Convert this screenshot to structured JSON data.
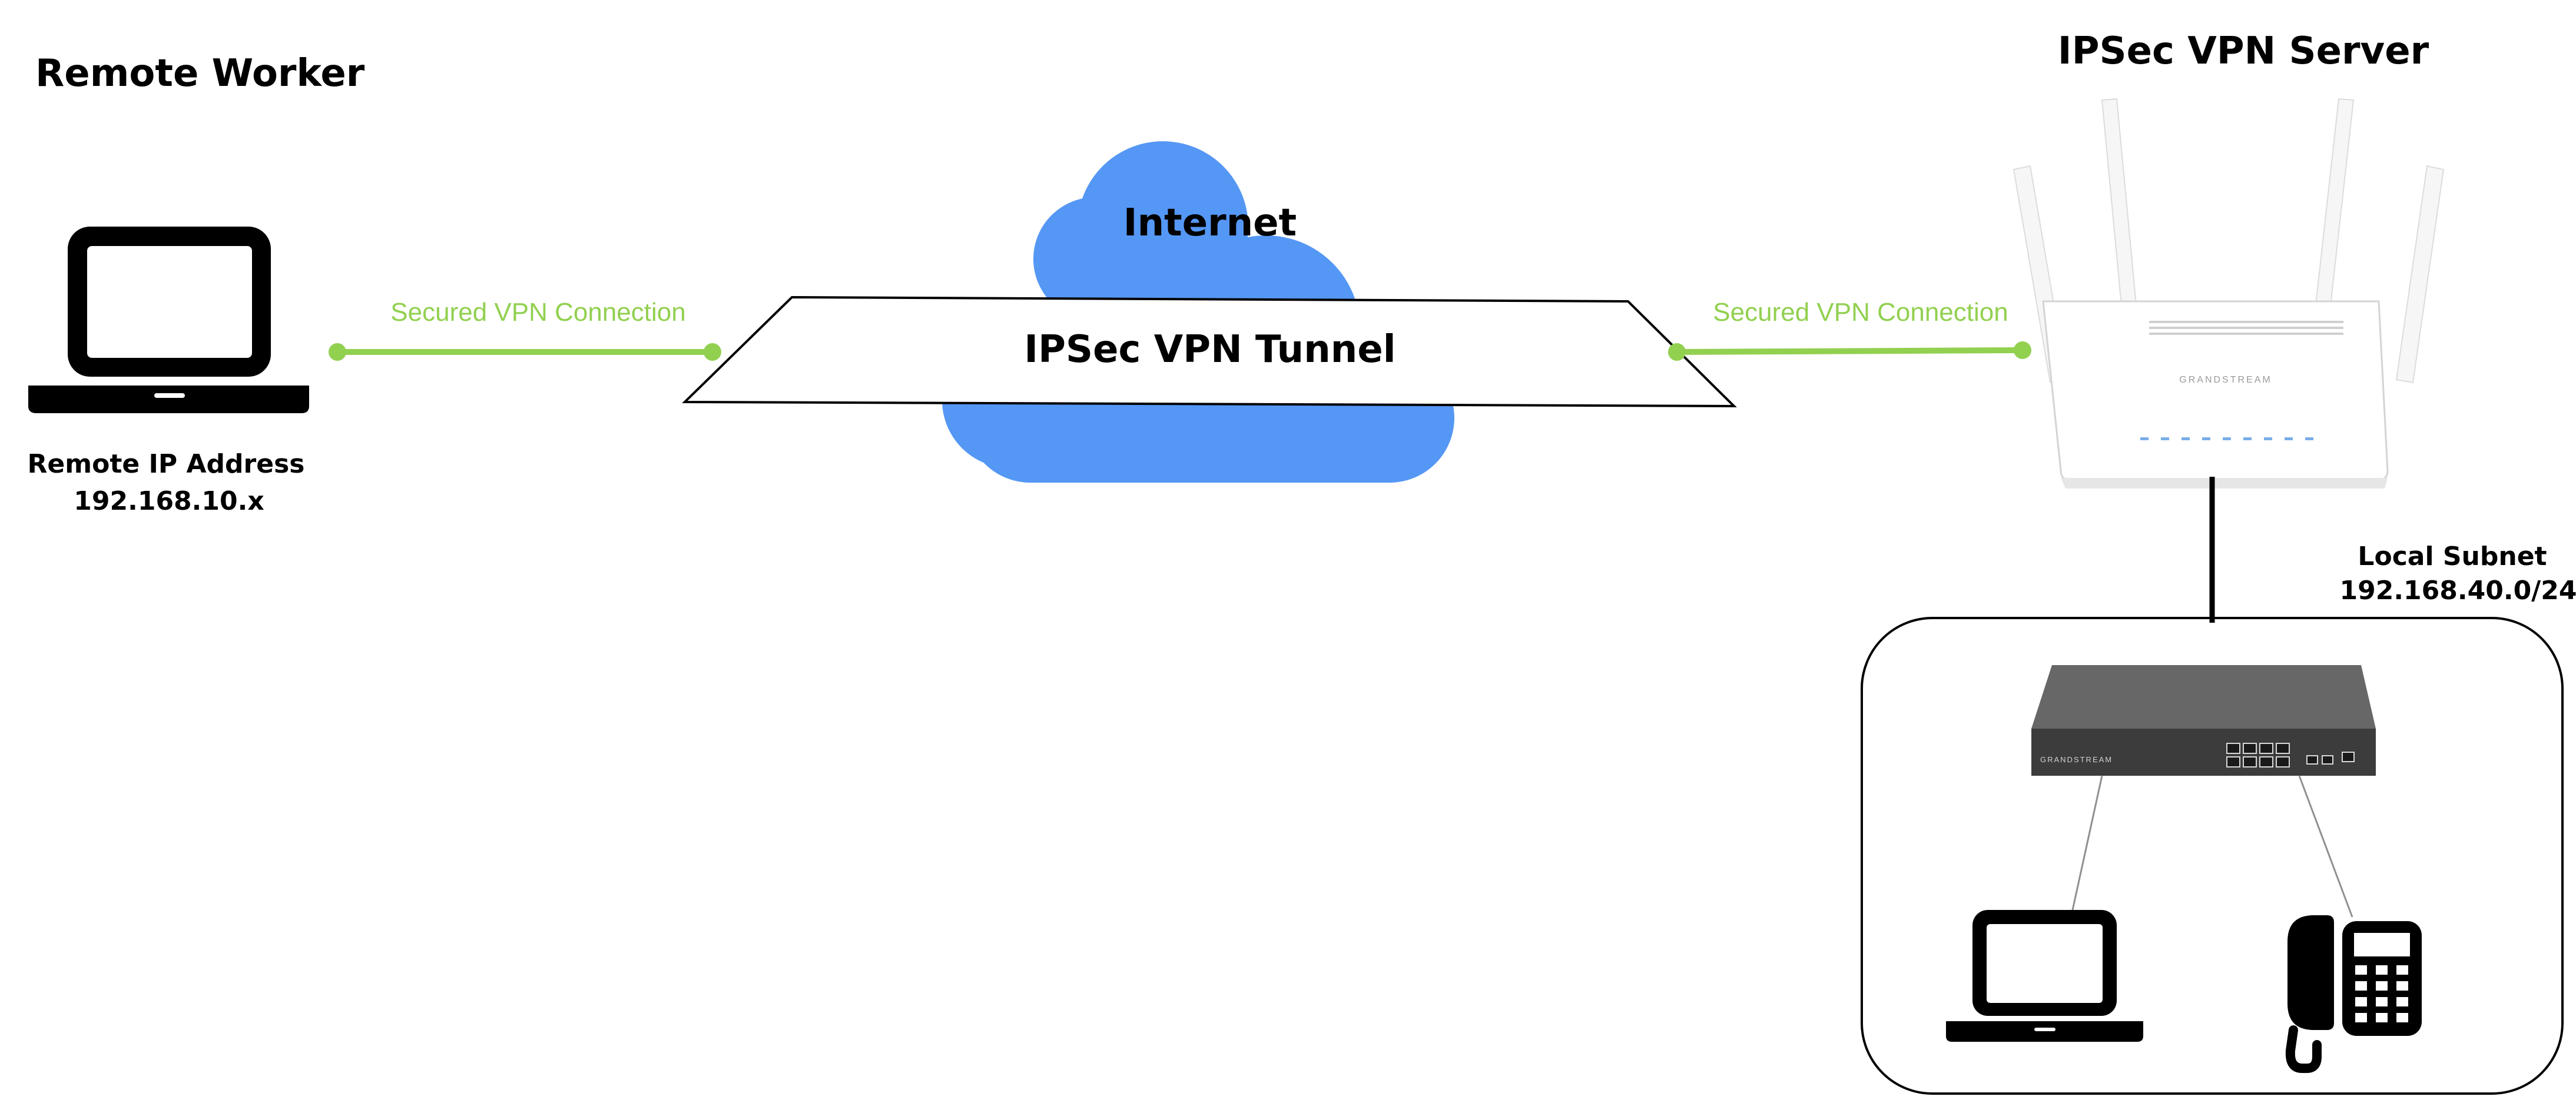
{
  "remote_worker": {
    "title": "Remote Worker",
    "ip_label": "Remote IP Address",
    "ip_value": "192.168.10.x"
  },
  "internet": {
    "label": "Internet"
  },
  "tunnel": {
    "label": "IPSec VPN Tunnel"
  },
  "connections": {
    "left_label": "Secured VPN Connection",
    "right_label": "Secured VPN Connection"
  },
  "server": {
    "title": "IPSec VPN Server",
    "brand": "GRANDSTREAM"
  },
  "local_subnet": {
    "label": "Local Subnet",
    "value": "192.168.40.0/24"
  },
  "switch": {
    "brand": "GRANDSTREAM"
  },
  "colors": {
    "cloud": "#5597f4",
    "connection": "#92d050",
    "device": "#000000",
    "switch_body": "#3c3c3c"
  },
  "icons": [
    "laptop-icon",
    "cloud-icon",
    "router-icon",
    "switch-icon",
    "desk-phone-icon"
  ]
}
